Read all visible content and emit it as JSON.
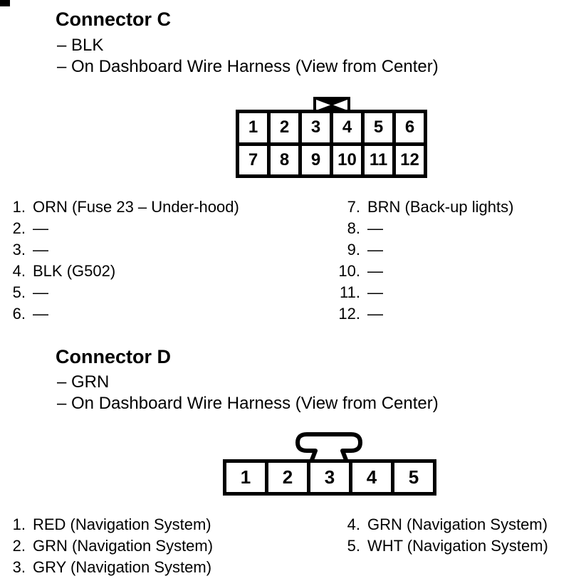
{
  "colors": {
    "ink": "#000000",
    "paper": "#ffffff"
  },
  "sections": [
    {
      "title": "Connector C",
      "lines": [
        "– BLK",
        "– On Dashboard Wire Harness (View from Center)"
      ],
      "cells": [
        [
          "1",
          "2",
          "3",
          "4",
          "5",
          "6"
        ],
        [
          "7",
          "8",
          "9",
          "10",
          "11",
          "12"
        ]
      ],
      "key_icon": "bowtie-keying-tab",
      "pins_left": [
        {
          "num": "1.",
          "label": "ORN (Fuse 23 – Under-hood)"
        },
        {
          "num": "2.",
          "label": "—"
        },
        {
          "num": "3.",
          "label": "—"
        },
        {
          "num": "4.",
          "label": "BLK (G502)"
        },
        {
          "num": "5.",
          "label": "—"
        },
        {
          "num": "6.",
          "label": "—"
        }
      ],
      "pins_right": [
        {
          "num": "7.",
          "label": "BRN (Back-up lights)"
        },
        {
          "num": "8.",
          "label": "—"
        },
        {
          "num": "9.",
          "label": "—"
        },
        {
          "num": "10.",
          "label": "—"
        },
        {
          "num": "11.",
          "label": "—"
        },
        {
          "num": "12.",
          "label": "—"
        }
      ]
    },
    {
      "title": "Connector D",
      "lines": [
        "– GRN",
        "– On Dashboard Wire Harness (View from Center)"
      ],
      "cells": [
        [
          "1",
          "2",
          "3",
          "4",
          "5"
        ]
      ],
      "key_icon": "t-shaped-keying-tab",
      "pins_left": [
        {
          "num": "1.",
          "label": "RED (Navigation System)"
        },
        {
          "num": "2.",
          "label": "GRN (Navigation System)"
        },
        {
          "num": "3.",
          "label": "GRY (Navigation System)"
        }
      ],
      "pins_right": [
        {
          "num": "4.",
          "label": "GRN (Navigation System)"
        },
        {
          "num": "5.",
          "label": "WHT (Navigation System)"
        }
      ]
    }
  ]
}
